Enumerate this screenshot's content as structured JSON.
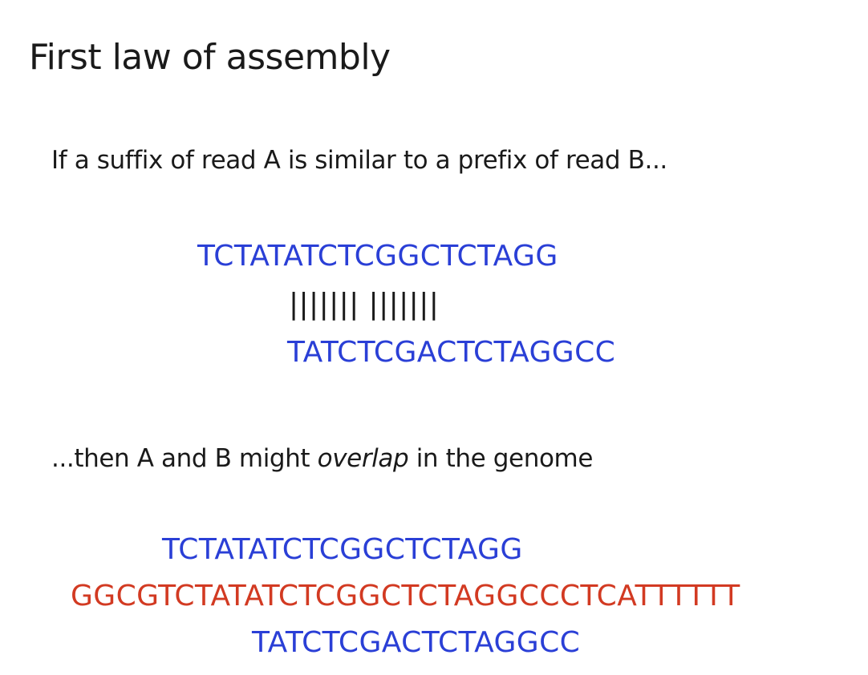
{
  "slide": {
    "title": "First law of assembly",
    "premise": "If a suffix of read A is similar to a prefix of read B...",
    "conclusion_before": "...then A and B might ",
    "conclusion_emph": "overlap",
    "conclusion_after": " in the genome",
    "alignment": {
      "read_a": "TCTATATCTCGGCTCTAGG",
      "match_bars": "||||||| |||||||",
      "read_b": "TATCTCGACTCTAGGCC"
    },
    "genome_layout": {
      "read_a": "TCTATATCTCGGCTCTAGG",
      "genome": "GGCGTCTATATCTCGGCTCTAGGCCCTCATTTTTT",
      "read_b": "TATCTCGACTCTAGGCC"
    }
  },
  "colors": {
    "read": "#2a3fd6",
    "genome": "#d23a22",
    "text": "#1a1a1a"
  }
}
